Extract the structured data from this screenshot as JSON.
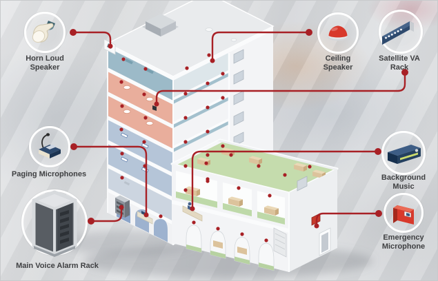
{
  "diagram": {
    "type": "voice-alarm-system-building-diagram",
    "components": {
      "horn_loud_speaker": {
        "label": "Horn Loud Speaker",
        "icon": "horn-loud-speaker-icon"
      },
      "ceiling_speaker": {
        "label": "Ceiling Speaker",
        "icon": "ceiling-speaker-icon"
      },
      "satellite_va_rack": {
        "label": "Satellite VA Rack",
        "icon": "satellite-va-rack-icon"
      },
      "paging_microphones": {
        "label": "Paging Microphones",
        "icon": "paging-microphone-icon"
      },
      "background_music": {
        "label": "Background Music",
        "icon": "background-music-icon"
      },
      "emergency_microphone": {
        "label": "Emergency Microphone",
        "icon": "emergency-microphone-icon"
      },
      "main_voice_alarm_rack": {
        "label": "Main Voice Alarm Rack",
        "icon": "main-voice-alarm-rack-icon"
      }
    },
    "colors": {
      "connector_red": "#a82025",
      "device_navy": "#2e4a6e",
      "alarm_red": "#d8392b",
      "background_gray": "#d9dbdd",
      "floor_teal": "#a3c0cd",
      "floor_salmon": "#e9ae9c",
      "floor_blue": "#b5c5d8",
      "floor_green": "#c5dcad",
      "label_text": "#3f4042",
      "ring_white": "#ffffff"
    }
  }
}
